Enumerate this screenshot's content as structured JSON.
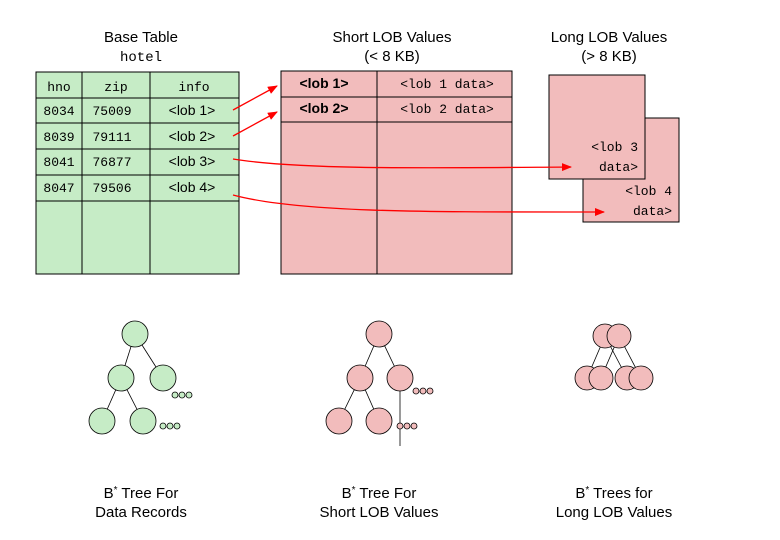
{
  "base_table": {
    "title": "Base Table",
    "subtitle": "hotel",
    "headers": [
      "hno",
      "zip",
      "info"
    ],
    "rows": [
      [
        "8034",
        "75009",
        "<lob 1>"
      ],
      [
        "8039",
        "79111",
        "<lob 2>"
      ],
      [
        "8041",
        "76877",
        "<lob 3>"
      ],
      [
        "8047",
        "79506",
        "<lob 4>"
      ]
    ]
  },
  "short_lob": {
    "title": "Short LOB Values",
    "subtitle": "(< 8 KB)",
    "rows": [
      [
        "<lob 1>",
        "<lob 1 data>"
      ],
      [
        "<lob 2>",
        "<lob 2 data>"
      ]
    ]
  },
  "long_lob": {
    "title": "Long LOB Values",
    "subtitle": "(> 8 KB)",
    "pages": [
      [
        "<lob 3",
        "data>"
      ],
      [
        "<lob 4",
        "data>"
      ]
    ]
  },
  "captions": [
    {
      "pre": "B",
      "sup": "*",
      "post": " Tree For",
      "line2": "Data Records"
    },
    {
      "pre": "B",
      "sup": "*",
      "post": " Tree For",
      "line2": "Short LOB Values"
    },
    {
      "pre": "B",
      "sup": "*",
      "post": " Trees for",
      "line2": "Long LOB Values"
    }
  ],
  "colors": {
    "green_fill": "#c6ecc6",
    "pink_fill": "#f2bcbc",
    "arrow": "#ff0000",
    "stroke": "#000000"
  }
}
